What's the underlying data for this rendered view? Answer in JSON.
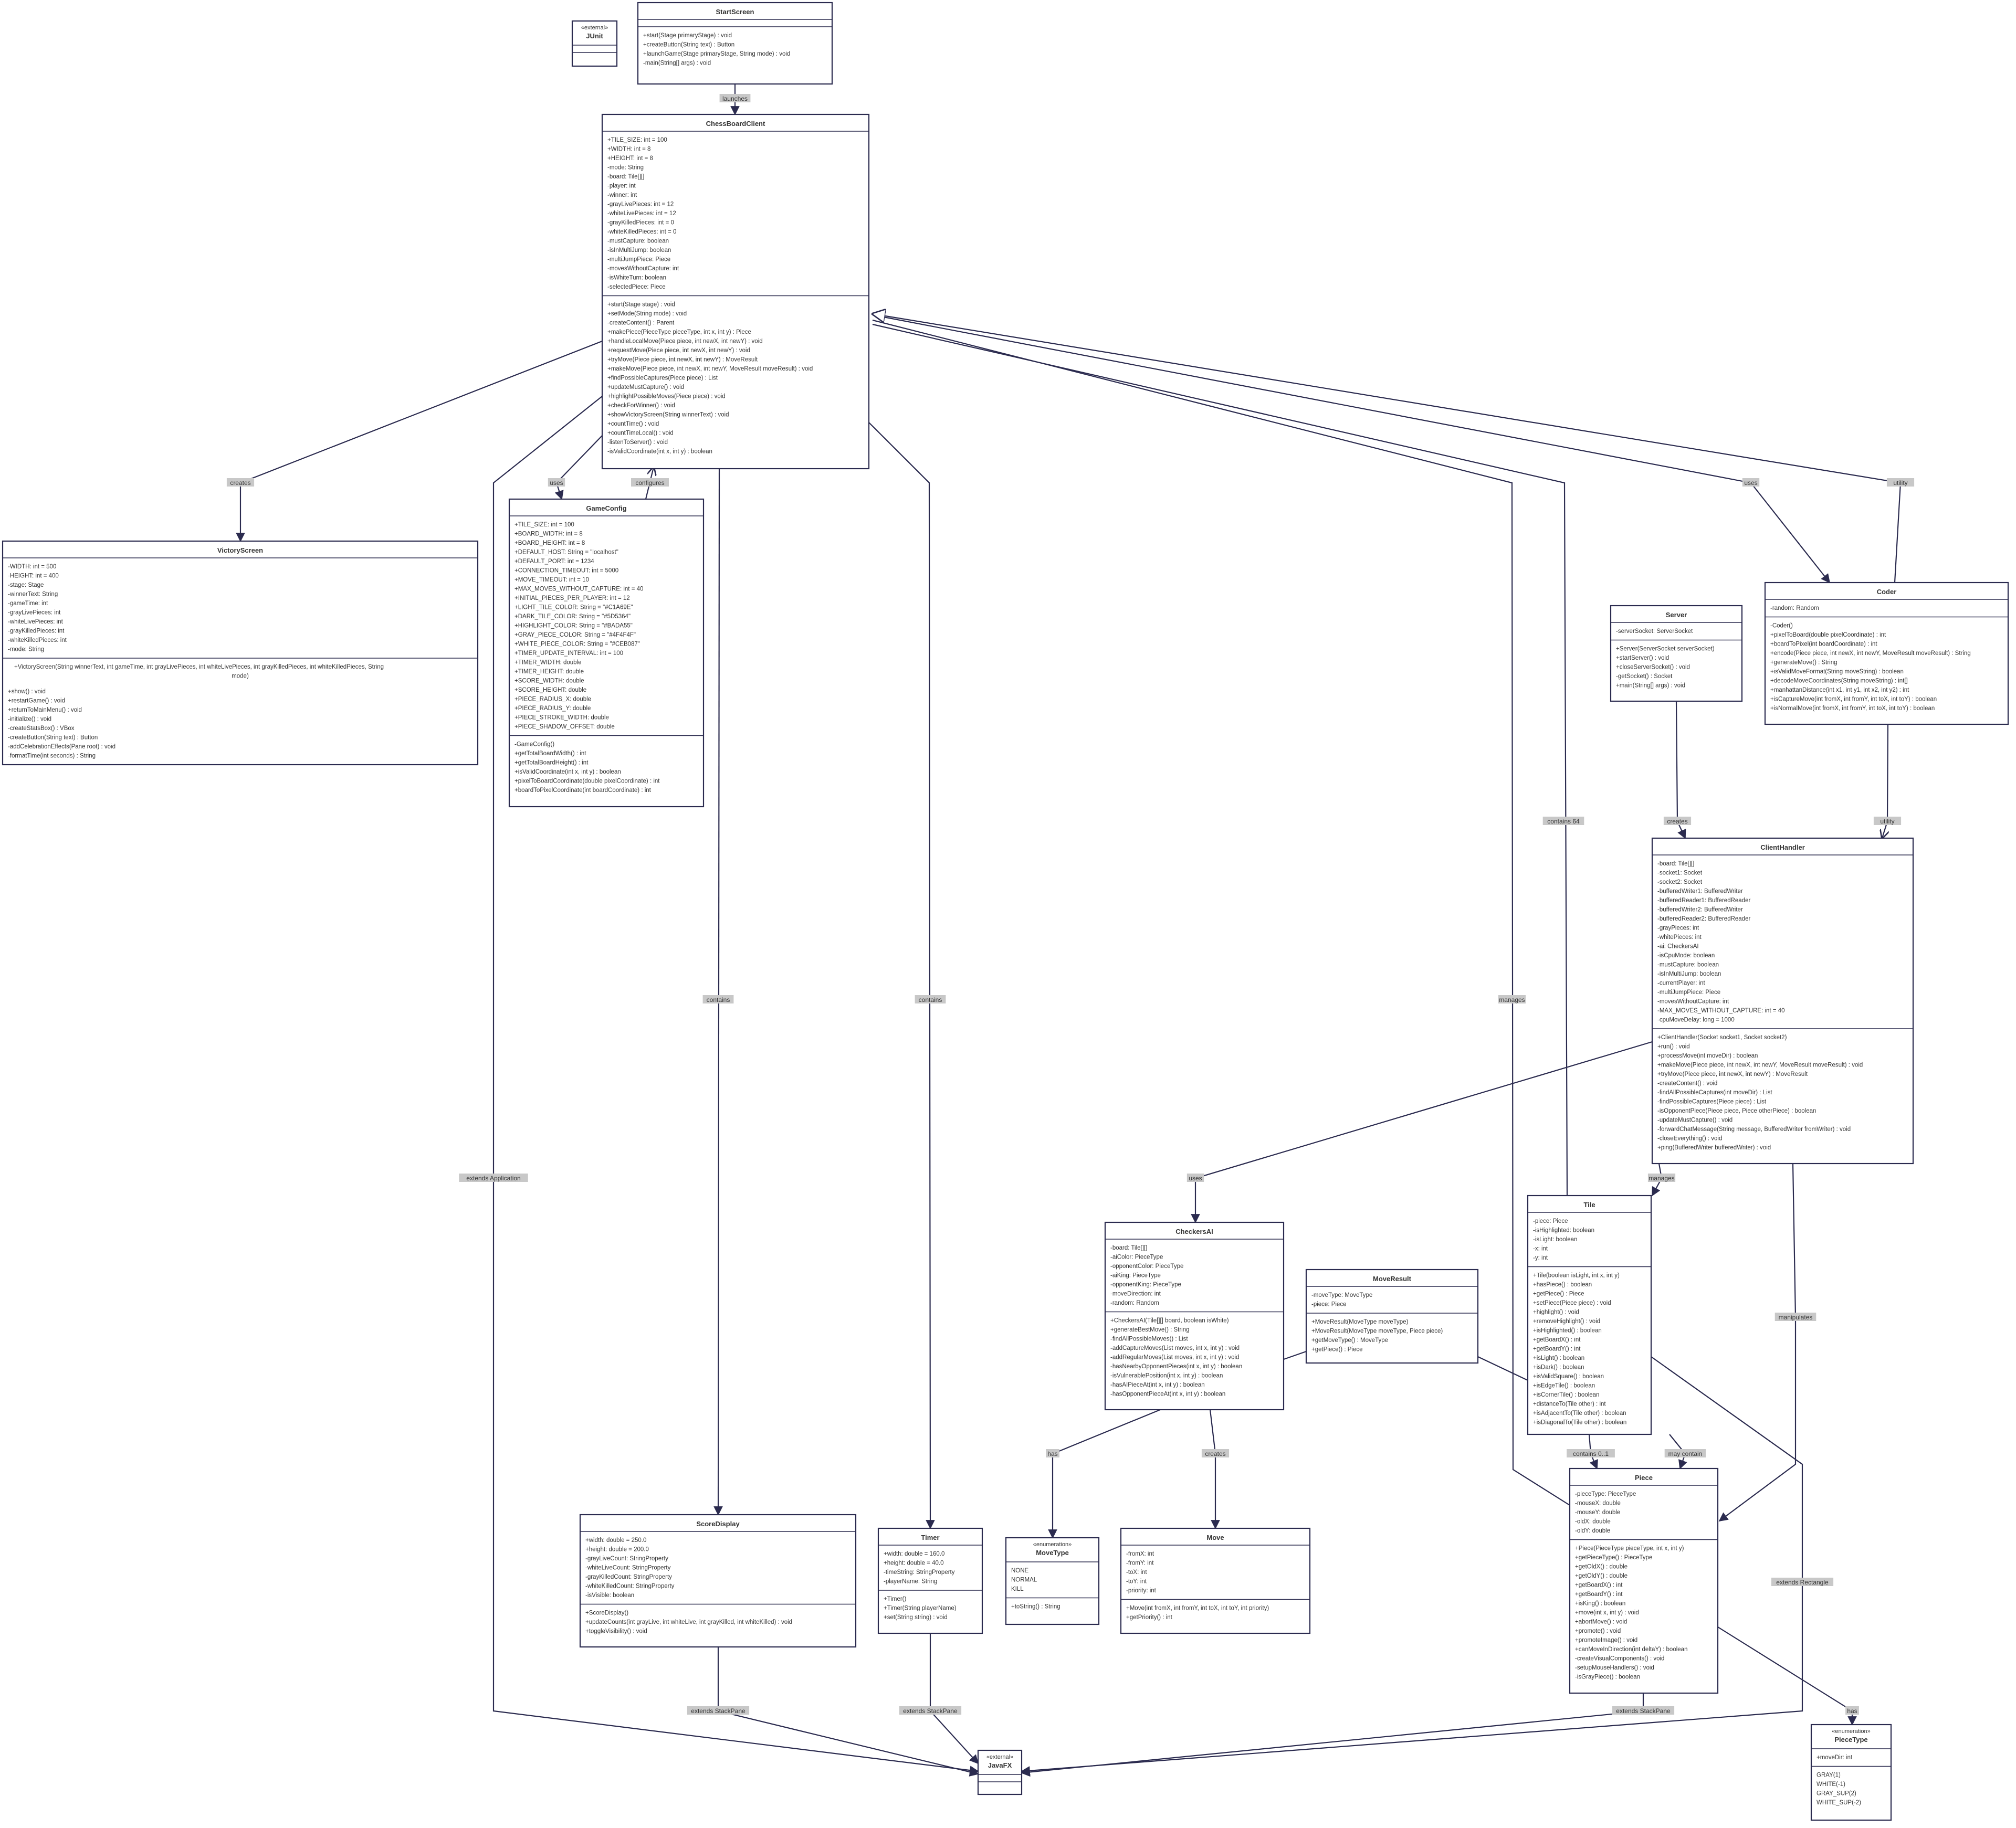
{
  "diagram": {
    "classes": [
      {
        "id": "JUnit",
        "stereotype": "«external»",
        "name": "JUnit",
        "attributes": [],
        "methods": []
      },
      {
        "id": "StartScreen",
        "name": "StartScreen",
        "attributes": [],
        "methods": [
          "+start(Stage primaryStage) : void",
          "+createButton(String text) : Button",
          "+launchGame(Stage primaryStage, String mode) : void",
          "-main(String[] args) : void"
        ]
      },
      {
        "id": "ChessBoardClient",
        "name": "ChessBoardClient",
        "attributes": [
          "+TILE_SIZE: int = 100",
          "+WIDTH: int = 8",
          "+HEIGHT: int = 8",
          "-mode: String",
          "-board: Tile[][]",
          "-player: int",
          "-winner: int",
          "-grayLivePieces: int = 12",
          "-whiteLivePieces: int = 12",
          "-grayKilledPieces: int = 0",
          "-whiteKilledPieces: int = 0",
          "-mustCapture: boolean",
          "-isInMultiJump: boolean",
          "-multiJumpPiece: Piece",
          "-movesWithoutCapture: int",
          "-isWhiteTurn: boolean",
          "-selectedPiece: Piece"
        ],
        "methods": [
          "+start(Stage stage) : void",
          "+setMode(String mode) : void",
          "-createContent() : Parent",
          "+makePiece(PieceType pieceType, int x, int y) : Piece",
          "+handleLocalMove(Piece piece, int newX, int newY) : void",
          "+requestMove(Piece piece, int newX, int newY) : void",
          "+tryMove(Piece piece, int newX, int newY) : MoveResult",
          "+makeMove(Piece piece, int newX, int newY, MoveResult moveResult) : void",
          "+findPossibleCaptures(Piece piece) : List",
          "+updateMustCapture() : void",
          "+highlightPossibleMoves(Piece piece) : void",
          "+checkForWinner() : void",
          "+showVictoryScreen(String winnerText) : void",
          "+countTime() : void",
          "+countTimeLocal() : void",
          "-listenToServer() : void",
          "-isValidCoordinate(int x, int y) : boolean"
        ]
      },
      {
        "id": "VictoryScreen",
        "name": "VictoryScreen",
        "attributes": [
          "-WIDTH: int = 500",
          "-HEIGHT: int = 400",
          "-stage: Stage",
          "-winnerText: String",
          "-gameTime: int",
          "-grayLivePieces: int",
          "-whiteLivePieces: int",
          "-grayKilledPieces: int",
          "-whiteKilledPieces: int",
          "-mode: String"
        ],
        "methods": [
          "+VictoryScreen(String winnerText, int gameTime, int grayLivePieces, int whiteLivePieces, int grayKilledPieces, int whiteKilledPieces, String",
          "mode)",
          "+show() : void",
          "+restartGame() : void",
          "+returnToMainMenu() : void",
          "-initialize() : void",
          "-createStatsBox() : VBox",
          "-createButton(String text) : Button",
          "-addCelebrationEffects(Pane root) : void",
          "-formatTime(int seconds) : String"
        ]
      },
      {
        "id": "GameConfig",
        "name": "GameConfig",
        "attributes": [
          "+TILE_SIZE: int = 100",
          "+BOARD_WIDTH: int = 8",
          "+BOARD_HEIGHT: int = 8",
          "+DEFAULT_HOST: String = \"localhost\"",
          "+DEFAULT_PORT: int = 1234",
          "+CONNECTION_TIMEOUT: int = 5000",
          "+MOVE_TIMEOUT: int = 10",
          "+MAX_MOVES_WITHOUT_CAPTURE: int = 40",
          "+INITIAL_PIECES_PER_PLAYER: int = 12",
          "+LIGHT_TILE_COLOR: String = \"#C1A69E\"",
          "+DARK_TILE_COLOR: String = \"#5D5364\"",
          "+HIGHLIGHT_COLOR: String = \"#BADA55\"",
          "+GRAY_PIECE_COLOR: String = \"#4F4F4F\"",
          "+WHITE_PIECE_COLOR: String = \"#CEB087\"",
          "+TIMER_UPDATE_INTERVAL: int = 100",
          "+TIMER_WIDTH: double",
          "+TIMER_HEIGHT: double",
          "+SCORE_WIDTH: double",
          "+SCORE_HEIGHT: double",
          "+PIECE_RADIUS_X: double",
          "+PIECE_RADIUS_Y: double",
          "+PIECE_STROKE_WIDTH: double",
          "+PIECE_SHADOW_OFFSET: double"
        ],
        "methods": [
          "-GameConfig()",
          "+getTotalBoardWidth() : int",
          "+getTotalBoardHeight() : int",
          "+isValidCoordinate(int x, int y) : boolean",
          "+pixelToBoardCoordinate(double pixelCoordinate) : int",
          "+boardToPixelCoordinate(int boardCoordinate) : int"
        ]
      },
      {
        "id": "Server",
        "name": "Server",
        "attributes": [
          "-serverSocket: ServerSocket"
        ],
        "methods": [
          "+Server(ServerSocket serverSocket)",
          "+startServer() : void",
          "+closeServerSocket() : void",
          "-getSocket() : Socket",
          "+main(String[] args) : void"
        ]
      },
      {
        "id": "Coder",
        "name": "Coder",
        "attributes": [
          "-random: Random"
        ],
        "methods": [
          "-Coder()",
          "+pixelToBoard(double pixelCoordinate) : int",
          "+boardToPixel(int boardCoordinate) : int",
          "+encode(Piece piece, int newX, int newY, MoveResult moveResult) : String",
          "+generateMove() : String",
          "+isValidMoveFormat(String moveString) : boolean",
          "+decodeMoveCoordinates(String moveString) : int[]",
          "+manhattanDistance(int x1, int y1, int x2, int y2) : int",
          "+isCaptureMove(int fromX, int fromY, int toX, int toY) : boolean",
          "+isNormalMove(int fromX, int fromY, int toX, int toY) : boolean"
        ]
      },
      {
        "id": "ClientHandler",
        "name": "ClientHandler",
        "attributes": [
          "-board: Tile[][]",
          "-socket1: Socket",
          "-socket2: Socket",
          "-bufferedWriter1: BufferedWriter",
          "-bufferedReader1: BufferedReader",
          "-bufferedWriter2: BufferedWriter",
          "-bufferedReader2: BufferedReader",
          "-grayPieces: int",
          "-whitePieces: int",
          "-ai: CheckersAI",
          "-isCpuMode: boolean",
          "-mustCapture: boolean",
          "-isInMultiJump: boolean",
          "-currentPlayer: int",
          "-multiJumpPiece: Piece",
          "-movesWithoutCapture: int",
          "-MAX_MOVES_WITHOUT_CAPTURE: int = 40",
          "-cpuMoveDelay: long = 1000"
        ],
        "methods": [
          "+ClientHandler(Socket socket1, Socket socket2)",
          "+run() : void",
          "+processMove(int moveDir) : boolean",
          "+makeMove(Piece piece, int newX, int newY, MoveResult moveResult) : void",
          "+tryMove(Piece piece, int newX, int newY) : MoveResult",
          "-createContent() : void",
          "-findAllPossibleCaptures(int moveDir) : List",
          "-findPossibleCaptures(Piece piece) : List",
          "-isOpponentPiece(Piece piece, Piece otherPiece) : boolean",
          "-updateMustCapture() : void",
          "-forwardChatMessage(String message, BufferedWriter fromWriter) : void",
          "-closeEverything() : void",
          "+ping(BufferedWriter bufferedWriter) : void"
        ]
      },
      {
        "id": "CheckersAI",
        "name": "CheckersAI",
        "attributes": [
          "-board: Tile[][]",
          "-aiColor: PieceType",
          "-opponentColor: PieceType",
          "-aiKing: PieceType",
          "-opponentKing: PieceType",
          "-moveDirection: int",
          "-random: Random"
        ],
        "methods": [
          "+CheckersAI(Tile[][] board, boolean isWhite)",
          "+generateBestMove() : String",
          "-findAllPossibleMoves() : List",
          "-addCaptureMoves(List moves, int x, int y) : void",
          "-addRegularMoves(List moves, int x, int y) : void",
          "-hasNearbyOpponentPieces(int x, int y) : boolean",
          "-isVulnerablePosition(int x, int y) : boolean",
          "-hasAIPieceAt(int x, int y) : boolean",
          "-hasOpponentPieceAt(int x, int y) : boolean"
        ]
      },
      {
        "id": "MoveResult",
        "name": "MoveResult",
        "attributes": [
          "-moveType: MoveType",
          "-piece: Piece"
        ],
        "methods": [
          "+MoveResult(MoveType moveType)",
          "+MoveResult(MoveType moveType, Piece piece)",
          "+getMoveType() : MoveType",
          "+getPiece() : Piece"
        ]
      },
      {
        "id": "Tile",
        "name": "Tile",
        "attributes": [
          "-piece: Piece",
          "-isHighlighted: boolean",
          "-isLight: boolean",
          "-x: int",
          "-y: int"
        ],
        "methods": [
          "+Tile(boolean isLight, int x, int y)",
          "+hasPiece() : boolean",
          "+getPiece() : Piece",
          "+setPiece(Piece piece) : void",
          "+highlight() : void",
          "+removeHighlight() : void",
          "+isHighlighted() : boolean",
          "+getBoardX() : int",
          "+getBoardY() : int",
          "+isLight() : boolean",
          "+isDark() : boolean",
          "+isValidSquare() : boolean",
          "+isEdgeTile() : boolean",
          "+isCornerTile() : boolean",
          "+distanceTo(Tile other) : int",
          "+isAdjacentTo(Tile other) : boolean",
          "+isDiagonalTo(Tile other) : boolean"
        ]
      },
      {
        "id": "ScoreDisplay",
        "name": "ScoreDisplay",
        "attributes": [
          "+width: double = 250.0",
          "+height: double = 200.0",
          "-grayLiveCount: StringProperty",
          "-whiteLiveCount: StringProperty",
          "-grayKilledCount: StringProperty",
          "-whiteKilledCount: StringProperty",
          "-isVisible: boolean"
        ],
        "methods": [
          "+ScoreDisplay()",
          "+updateCounts(int grayLive, int whiteLive, int grayKilled, int whiteKilled) : void",
          "+toggleVisibility() : void"
        ]
      },
      {
        "id": "Timer",
        "name": "Timer",
        "attributes": [
          "+width: double = 160.0",
          "+height: double = 40.0",
          "-timeString: StringProperty",
          "-playerName: String"
        ],
        "methods": [
          "+Timer()",
          "+Timer(String playerName)",
          "+set(String string) : void"
        ]
      },
      {
        "id": "MoveType",
        "stereotype": "«enumeration»",
        "name": "MoveType",
        "attributes": [
          "NONE",
          "NORMAL",
          "KILL"
        ],
        "methods": [
          "+toString() : String"
        ]
      },
      {
        "id": "Move",
        "name": "Move",
        "attributes": [
          "-fromX: int",
          "-fromY: int",
          "-toX: int",
          "-toY: int",
          "-priority: int"
        ],
        "methods": [
          "+Move(int fromX, int fromY, int toX, int toY, int priority)",
          "+getPriority() : int"
        ]
      },
      {
        "id": "Piece",
        "name": "Piece",
        "attributes": [
          "-pieceType: PieceType",
          "-mouseX: double",
          "-mouseY: double",
          "-oldX: double",
          "-oldY: double"
        ],
        "methods": [
          "+Piece(PieceType pieceType, int x, int y)",
          "+getPieceType() : PieceType",
          "+getOldX() : double",
          "+getOldY() : double",
          "+getBoardX() : int",
          "+getBoardY() : int",
          "+isKing() : boolean",
          "+move(int x, int y) : void",
          "+abortMove() : void",
          "+promote() : void",
          "+promoteImage() : void",
          "+canMoveInDirection(int deltaY) : boolean",
          "-createVisualComponents() : void",
          "-setupMouseHandlers() : void",
          "-isGrayPiece() : boolean"
        ]
      },
      {
        "id": "JavaFX",
        "stereotype": "«external»",
        "name": "JavaFX",
        "attributes": [],
        "methods": []
      },
      {
        "id": "PieceType",
        "stereotype": "«enumeration»",
        "name": "PieceType",
        "attributes": [
          "+moveDir: int"
        ],
        "methods": [
          "GRAY(1)",
          "WHITE(-1)",
          "GRAY_SUP(2)",
          "WHITE_SUP(-2)"
        ]
      }
    ],
    "edge_labels": [
      "launches",
      "creates",
      "uses",
      "configures",
      "contains",
      "contains",
      "extends Application",
      "contains 64",
      "manages",
      "uses",
      "utility",
      "creates",
      "utility",
      "uses",
      "manages",
      "manipulates",
      "has",
      "creates",
      "contains 0..1",
      "may contain",
      "extends Rectangle",
      "extends StackPane",
      "extends StackPane",
      "extends StackPane",
      "has"
    ],
    "colors": {
      "stroke": "#2b2b4f",
      "text": "#333333",
      "label_bg": "#c8c8c8",
      "background": "#ffffff"
    }
  }
}
